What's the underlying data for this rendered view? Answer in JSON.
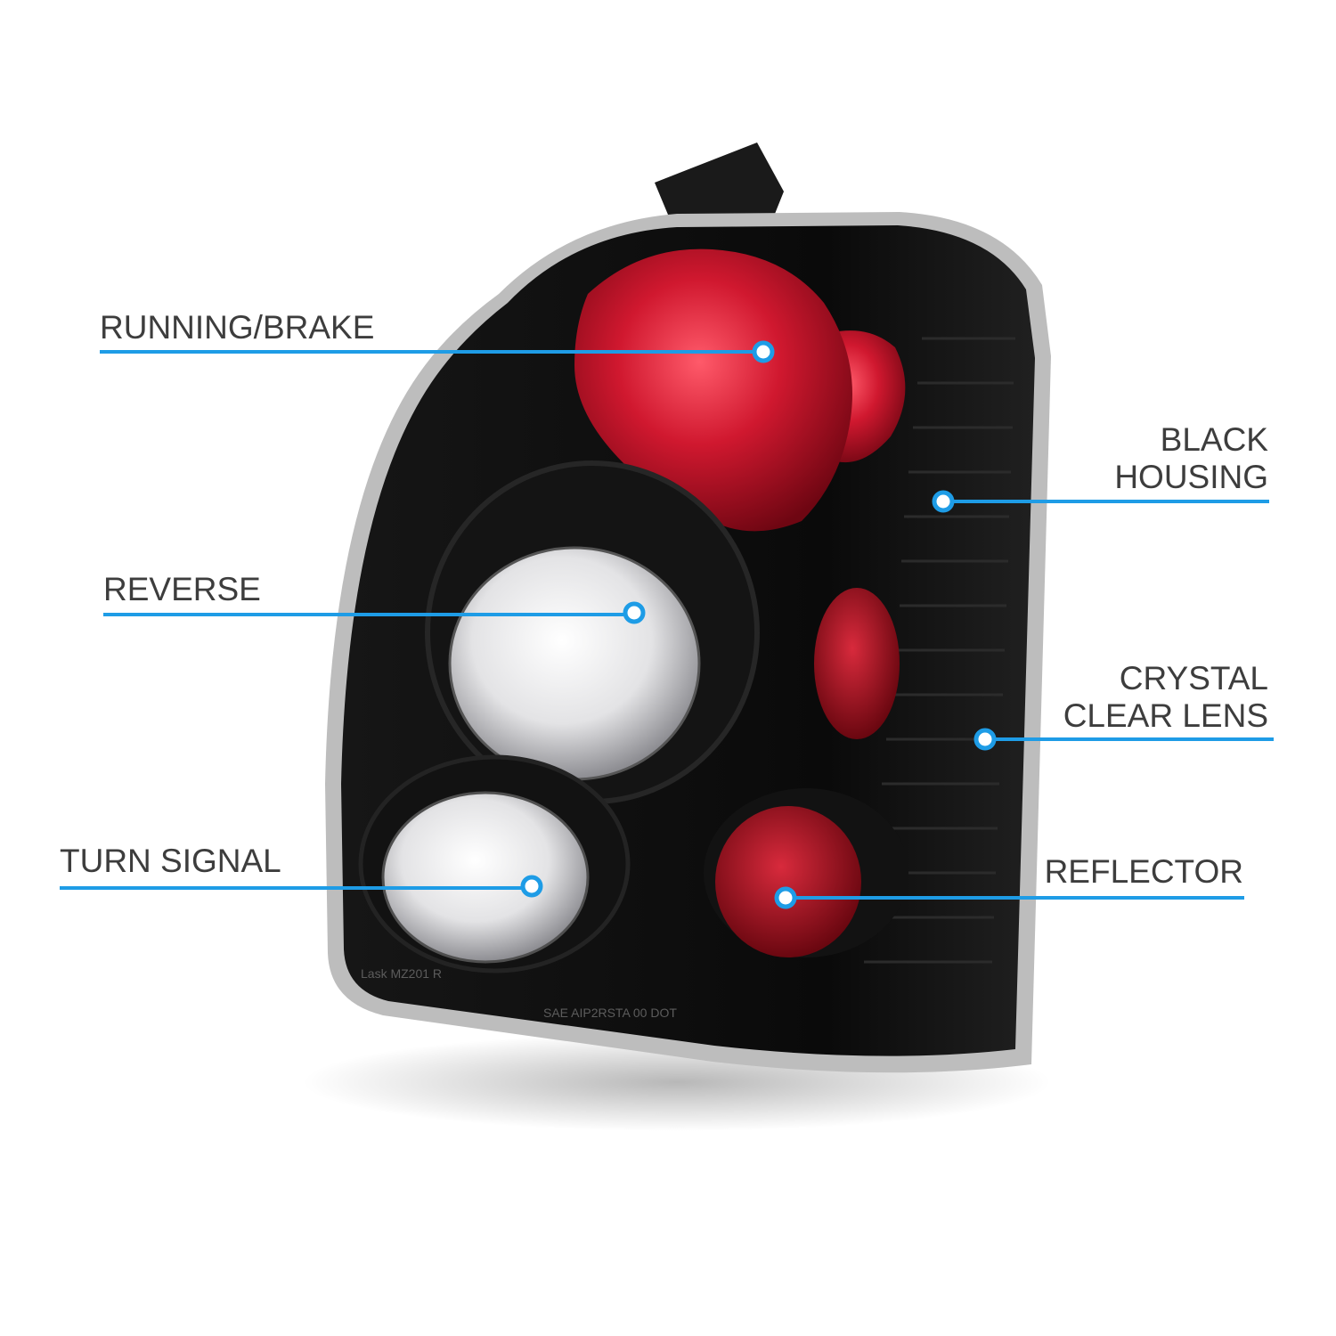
{
  "colors": {
    "callout": "#1e9ce6",
    "label_text": "#3d3d3d",
    "housing": "#0b0b0b",
    "brake_lens": "#c0142a",
    "clear_lens": "#e9e9ea",
    "reflector": "#b2101f"
  },
  "callouts": {
    "running_brake": {
      "lines": [
        "RUNNING/BRAKE"
      ]
    },
    "reverse": {
      "lines": [
        "REVERSE"
      ]
    },
    "turn_signal": {
      "lines": [
        "TURN SIGNAL"
      ]
    },
    "black_housing": {
      "lines": [
        "BLACK",
        "HOUSING"
      ]
    },
    "crystal_clear_lens": {
      "lines": [
        "CRYSTAL",
        "CLEAR LENS"
      ]
    },
    "reflector": {
      "lines": [
        "REFLECTOR"
      ]
    }
  },
  "product_markings": {
    "part_number": "Lask MZ201 R",
    "certification": "SAE AIP2RSTA 00 DOT"
  }
}
